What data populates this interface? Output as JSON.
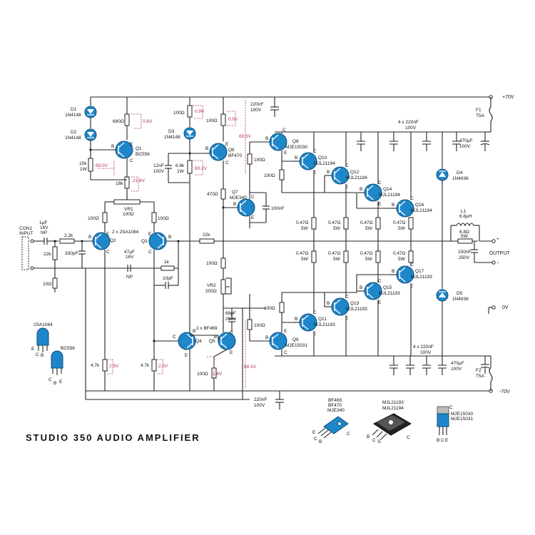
{
  "title": "STUDIO 350 AUDIO AMPLIFIER",
  "rails": {
    "pos": "+70V",
    "neg": "-70V",
    "gnd": "0V",
    "output": "OUTPUT"
  },
  "input": {
    "con": "CON1",
    "name": "INPUT"
  },
  "labels": {
    "d1": [
      "D1",
      "1N4148"
    ],
    "d2": [
      "D2",
      "1N4148"
    ],
    "d3": [
      "D3",
      "1N4148"
    ],
    "d4": [
      "D4",
      "1N4936"
    ],
    "d5": [
      "D5",
      "1N4936"
    ],
    "q1": [
      "Q1",
      "BC556"
    ],
    "q2": [
      "Q2"
    ],
    "q3": [
      "Q3"
    ],
    "q23": [
      "2 x 2SA1084"
    ],
    "q4": [
      "Q4"
    ],
    "q5": [
      "Q5"
    ],
    "q45": [
      "2 x BF469"
    ],
    "q6": [
      "Q6",
      "BF470"
    ],
    "q7": [
      "Q7",
      "MJE340"
    ],
    "q8": [
      "Q8",
      "MJE15030"
    ],
    "q9": [
      "Q9",
      "MJE15031"
    ],
    "q10": [
      "Q10",
      "MJL21194"
    ],
    "q12": [
      "Q12",
      "MJL21194"
    ],
    "q14": [
      "Q14",
      "MJL21194"
    ],
    "q16": [
      "Q16",
      "MJL21194"
    ],
    "q11": [
      "Q11",
      "MJL21193"
    ],
    "q13": [
      "Q13",
      "MJL21193"
    ],
    "q15": [
      "Q15",
      "MJL21193"
    ],
    "q17": [
      "Q17",
      "MJL21193"
    ],
    "vr1": [
      "VR1",
      "100Ω"
    ],
    "vr2": [
      "VR2",
      "200Ω"
    ],
    "f1": [
      "F1",
      "T5A"
    ],
    "f2": [
      "F2",
      "T5A"
    ],
    "l1": [
      "L1",
      "6.8µH"
    ],
    "c_in": [
      "1µF",
      "16V",
      "NP"
    ],
    "c_330p": [
      "330pF"
    ],
    "c_47u": [
      "47µF",
      "16V",
      "NP"
    ],
    "c_12n": [
      "12nF",
      "100V"
    ],
    "c_10p": [
      "10pF"
    ],
    "c_100n": [
      "100nF"
    ],
    "c_68p": [
      "68pF",
      "250V"
    ],
    "c_220n_top": [
      "220nF",
      "100V"
    ],
    "c_220n_bot": [
      "220nF",
      "100V"
    ],
    "c_4x220_top": [
      "4 x 220nF",
      "100V"
    ],
    "c_4x220_bot": [
      "4 x 220nF",
      "100V"
    ],
    "c_470u_top": [
      "470µF",
      "100V"
    ],
    "c_470u_bot": [
      "470µF",
      "100V"
    ],
    "c_150n": [
      "150nF",
      "250V"
    ],
    "r_680": "680Ω",
    "r_15k": [
      "15k",
      "1W"
    ],
    "r_18k": "18k",
    "r_100_q2": "100Ω",
    "r_100_q3": "100Ω",
    "r_22k_in": "22k",
    "r_2k2": "2.2k",
    "r_10": "10Ω",
    "r_1k": "1k",
    "r_22k_fb": "22k",
    "r_100_top3": "100Ω",
    "r_100_q6": "100Ω",
    "r_6k8": [
      "6.8k",
      "1W"
    ],
    "r_470": "470Ω",
    "r_100_q8": "100Ω",
    "r_100_q10": "100Ω",
    "r_100_q11": "100Ω",
    "r_100_q9": "100Ω",
    "r_100_mid": "100Ω",
    "r_100_q5": "100Ω",
    "r_4k7_l": "4.7k",
    "r_4k7_r": "4.7k",
    "r_6r8": [
      "6.8Ω",
      "5W"
    ],
    "emit_top": [
      "0.47Ω",
      "5W"
    ],
    "emit_bot": [
      "0.47Ω",
      "5W"
    ],
    "pin_c": "C",
    "pin_b": "B",
    "pin_e": "E"
  },
  "voltages": {
    "v08": "0.8V",
    "v690": "69.0V",
    "v216": "21.6V",
    "v09a": "0.9V",
    "v09b": "0.9V",
    "v693a": "69.3V",
    "v602": "60.2V",
    "v25a": "2.5V",
    "v25b": "2.5V",
    "v18": "1.8V",
    "v693b": "69.3V"
  },
  "pinouts": {
    "p1": [
      "2SA1084"
    ],
    "p2": [
      "BC556"
    ],
    "p3": [
      "BF469",
      "BF470",
      "MJE340"
    ],
    "p4": [
      "MJL21193",
      "MJL21194"
    ],
    "p5": [
      "MJE15030",
      "MJE15031"
    ]
  }
}
